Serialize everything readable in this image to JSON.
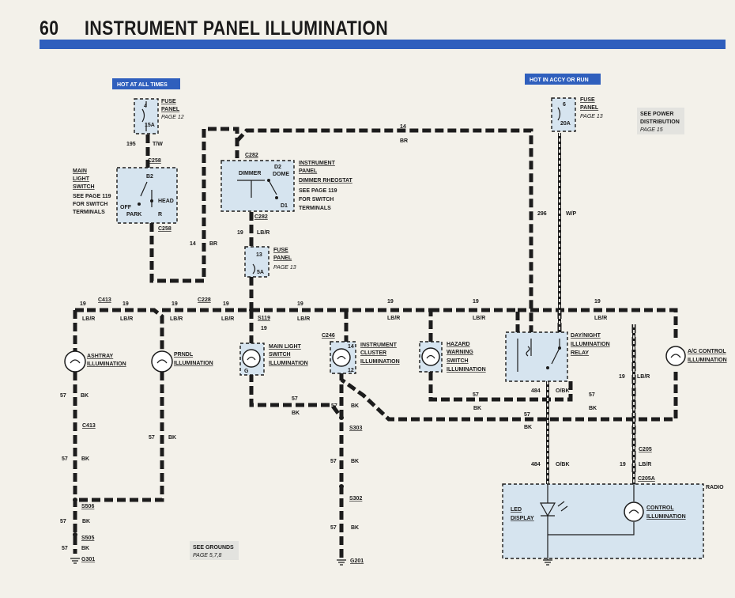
{
  "header": {
    "page_number": "60",
    "title": "INSTRUMENT PANEL ILLUMINATION"
  },
  "tags": {
    "hot_always": "HOT AT ALL TIMES",
    "hot_accy": "HOT IN ACCY OR RUN"
  },
  "fuse_left": {
    "label1": "FUSE",
    "label2": "PANEL",
    "page": "PAGE 12",
    "num": "4",
    "amp": "15A"
  },
  "fuse_right": {
    "label1": "FUSE",
    "label2": "PANEL",
    "page": "PAGE 13",
    "num": "6",
    "amp": "20A"
  },
  "fuse_mid": {
    "label1": "FUSE",
    "label2": "PANEL",
    "page": "PAGE 13",
    "num": "13",
    "amp": "5A"
  },
  "see_power": {
    "l1": "SEE POWER",
    "l2": "DISTRIBUTION",
    "l3": "PAGE 15"
  },
  "main_switch": {
    "l1": "MAIN",
    "l2": "LIGHT",
    "l3": "SWITCH",
    "l4": "SEE PAGE 119",
    "l5": "FOR SWITCH",
    "l6": "TERMINALS",
    "b2": "B2",
    "head": "HEAD",
    "off": "OFF",
    "park": "PARK",
    "r": "R"
  },
  "rheostat": {
    "l1": "INSTRUMENT",
    "l2": "PANEL",
    "l3": "DIMMER RHEOSTAT",
    "l4": "SEE PAGE 119",
    "l5": "FOR SWITCH",
    "l6": "TERMINALS",
    "dimmer": "DIMMER",
    "d2": "D2",
    "dome": "DOME",
    "d1": "D1"
  },
  "connectors": {
    "c258a": "C258",
    "c258b": "C258",
    "c282a": "C282",
    "c282b": "C282",
    "c413a": "C413",
    "c413b": "C413",
    "c228": "C228",
    "c246": "C246",
    "c205": "C205",
    "c205a": "C205A"
  },
  "splices": {
    "s119": "S119",
    "s303": "S303",
    "s302": "S302",
    "s506": "S506",
    "s505": "S505"
  },
  "grounds": {
    "g301": "G301",
    "g201": "G201",
    "see1": "SEE GROUNDS",
    "see2": "PAGE 5,7,8"
  },
  "wires": {
    "w195": "195",
    "tw": "T/W",
    "w14": "14",
    "br": "BR",
    "w19": "19",
    "lbr": "LB/R",
    "w57": "57",
    "bk": "BK",
    "w296": "296",
    "wp": "W/P",
    "w484": "484",
    "obk": "O/BK"
  },
  "components": {
    "ashtray1": "ASHTRAY",
    "ashtray2": "ILLUMINATION",
    "prndl1": "PRNDL",
    "prndl2": "ILLUMINATION",
    "mls1": "MAIN LIGHT",
    "mls2": "SWITCH",
    "mls3": "ILLUMINATION",
    "g": "G",
    "ic1": "INSTRUMENT",
    "ic2": "CLUSTER",
    "ic3": "ILLUMINATION",
    "p14": "14",
    "p12": "12",
    "hz1": "HAZARD",
    "hz2": "WARNING",
    "hz3": "SWITCH",
    "hz4": "ILLUMINATION",
    "dn1": "DAY/NIGHT",
    "dn2": "ILLUMINATION",
    "dn3": "RELAY",
    "ac1": "A/C CONTROL",
    "ac2": "ILLUMINATION",
    "radio": "RADIO",
    "led1": "LED",
    "led2": "DISPLAY",
    "ci1": "CONTROL",
    "ci2": "ILLUMINATION"
  }
}
